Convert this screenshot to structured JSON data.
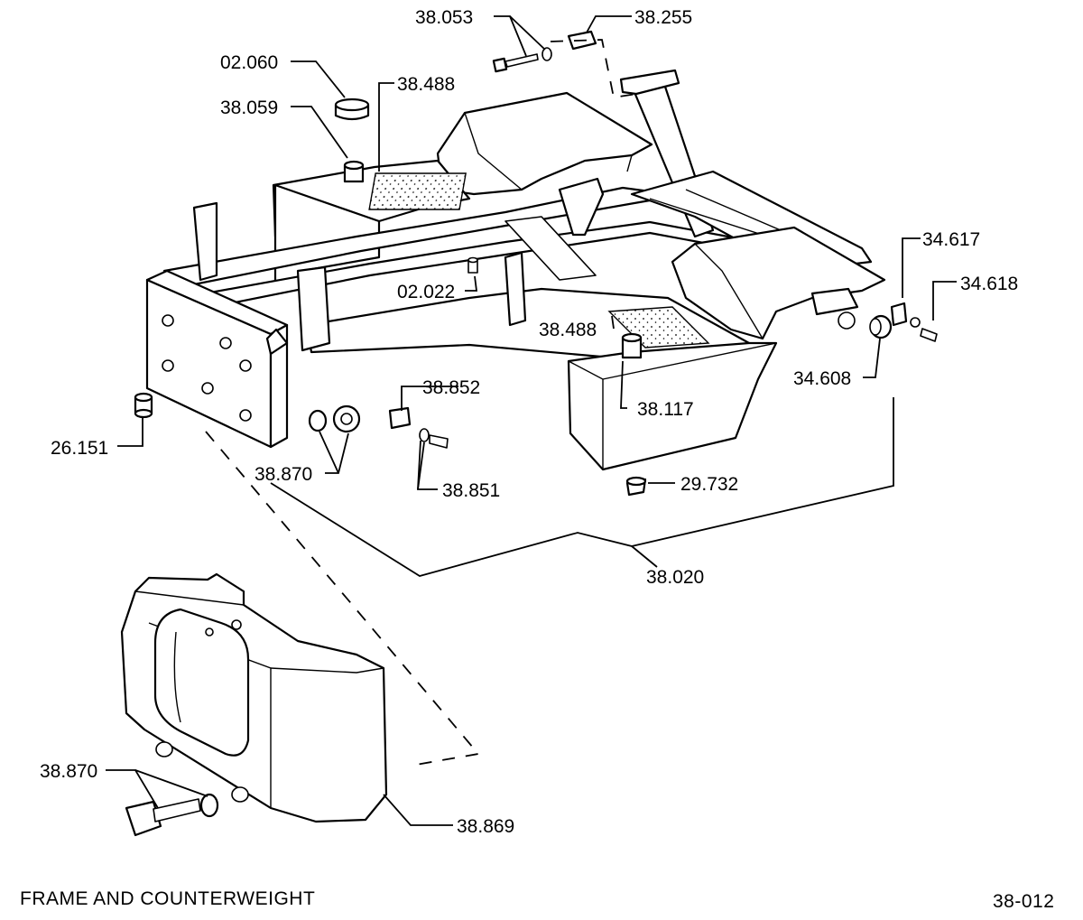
{
  "caption": "FRAME AND COUNTERWEIGHT",
  "figure_number": "38-012",
  "labels": {
    "p38053": "38.053",
    "p38255": "38.255",
    "p02060": "02.060",
    "p38488a": "38.488",
    "p38059": "38.059",
    "p34617": "34.617",
    "p34618": "34.618",
    "p02022": "02.022",
    "p38488b": "38.488",
    "p34608": "34.608",
    "p38852": "38.852",
    "p38117": "38.117",
    "p26151": "26.151",
    "p38870a": "38.870",
    "p38851": "38.851",
    "p29732": "29.732",
    "p38020": "38.020",
    "p38870b": "38.870",
    "p38869": "38.869"
  }
}
